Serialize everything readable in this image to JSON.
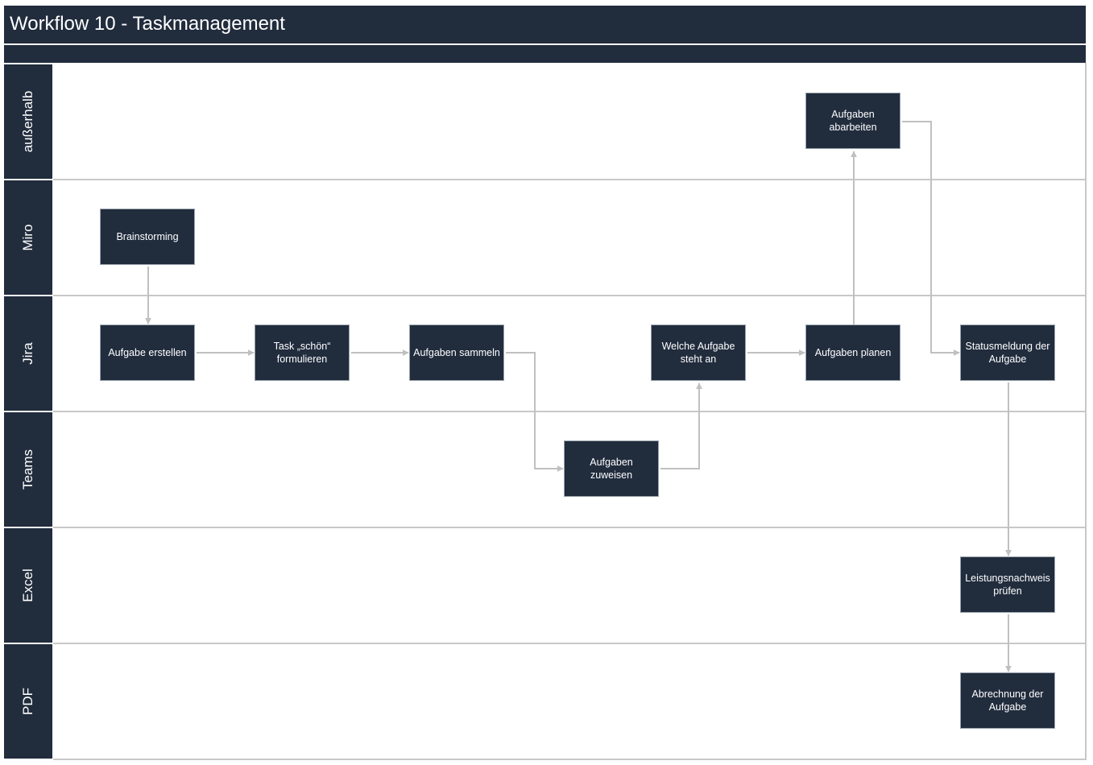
{
  "title": "Workflow 10 - Taskmanagement",
  "colors": {
    "header": "#212c3d",
    "node": "#212c3d",
    "connector": "#c0c0c0",
    "lane_line": "#c8c8c8"
  },
  "lanes": [
    "außerhalb",
    "Miro",
    "Jira",
    "Teams",
    "Excel",
    "PDF"
  ],
  "nodes": {
    "brainstorming": "Brainstorming",
    "aufgabe_erstellen": "Aufgabe erstellen",
    "task_schoen": "Task „schön“ formulieren",
    "aufgaben_sammeln": "Aufgaben sammeln",
    "aufgaben_zuweisen": "Aufgaben zuweisen",
    "welche_aufgabe": "Welche Aufgabe steht an",
    "aufgaben_planen": "Aufgaben planen",
    "aufgaben_abarbeiten": "Aufgaben abarbeiten",
    "statusmeldung": "Statusmeldung der Aufgabe",
    "leistungsnachweis": "Leistungsnachweis prüfen",
    "abrechnung": "Abrechnung der Aufgabe"
  },
  "connections": [
    [
      "brainstorming",
      "aufgabe_erstellen"
    ],
    [
      "aufgabe_erstellen",
      "task_schoen"
    ],
    [
      "task_schoen",
      "aufgaben_sammeln"
    ],
    [
      "aufgaben_sammeln",
      "aufgaben_zuweisen"
    ],
    [
      "aufgaben_zuweisen",
      "welche_aufgabe"
    ],
    [
      "welche_aufgabe",
      "aufgaben_planen"
    ],
    [
      "aufgaben_planen",
      "aufgaben_abarbeiten"
    ],
    [
      "aufgaben_abarbeiten",
      "statusmeldung"
    ],
    [
      "statusmeldung",
      "leistungsnachweis"
    ],
    [
      "leistungsnachweis",
      "abrechnung"
    ]
  ]
}
